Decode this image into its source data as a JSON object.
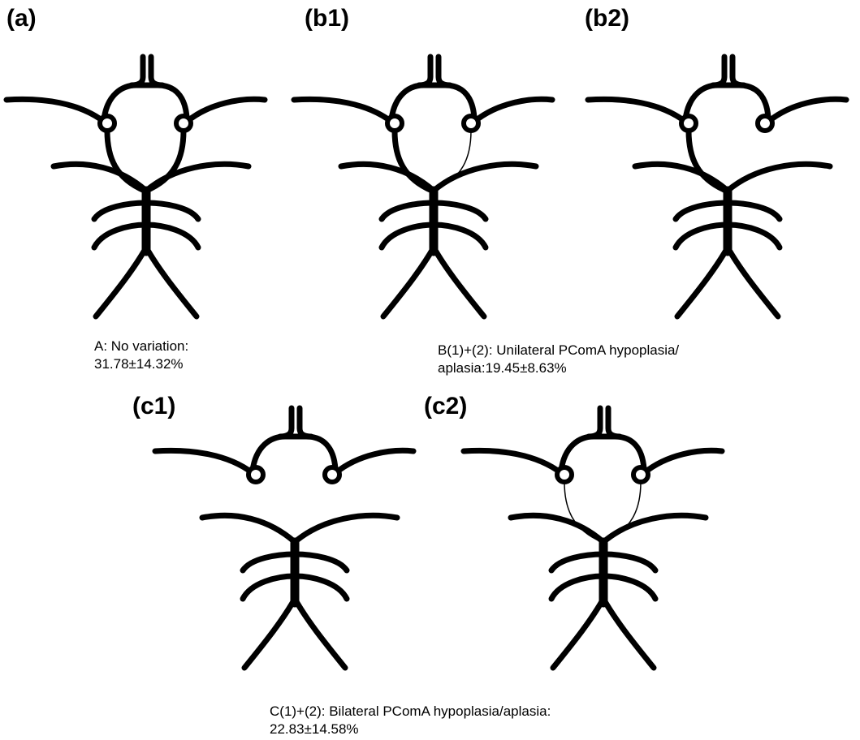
{
  "panels": [
    {
      "id": "a",
      "label": "(a)",
      "pcoma_left": "normal",
      "pcoma_right": "normal"
    },
    {
      "id": "b1",
      "label": "(b1)",
      "pcoma_left": "normal",
      "pcoma_right": "hypoplasia"
    },
    {
      "id": "b2",
      "label": "(b2)",
      "pcoma_left": "normal",
      "pcoma_right": "aplasia"
    },
    {
      "id": "c1",
      "label": "(c1)",
      "pcoma_left": "aplasia",
      "pcoma_right": "aplasia"
    },
    {
      "id": "c2",
      "label": "(c2)",
      "pcoma_left": "hypoplasia",
      "pcoma_right": "hypoplasia"
    }
  ],
  "captions": {
    "a": {
      "line1": "A: No variation:",
      "line2": "31.78±14.32%"
    },
    "b": {
      "line1": "B(1)+(2): Unilateral PComA hypoplasia/",
      "line2": "aplasia:19.45±8.63%"
    },
    "c": {
      "line1": "C(1)+(2): Bilateral PComA hypoplasia/aplasia:",
      "line2": "22.83±14.58%"
    }
  },
  "colors": {
    "stroke": "#000000",
    "background": "#ffffff"
  }
}
